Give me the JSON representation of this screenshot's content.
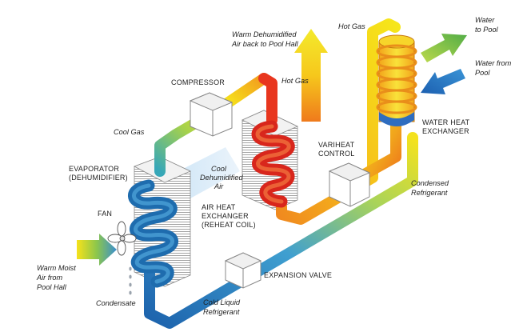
{
  "labels": {
    "hot_gas_top": "Hot Gas",
    "water_to_pool_1": "Water",
    "water_to_pool_2": "to Pool",
    "water_from_pool_1": "Water from",
    "water_from_pool_2": "Pool",
    "warm_air_back_1": "Warm Dehumidified",
    "warm_air_back_2": "Air back to Pool Hall",
    "compressor": "COMPRESSOR",
    "hot_gas": "Hot Gas",
    "water_heat_exchanger_1": "WATER HEAT",
    "water_heat_exchanger_2": "EXCHANGER",
    "cool_gas": "Cool Gas",
    "variheat_1": "VARIHEAT",
    "variheat_2": "CONTROL",
    "evaporator_1": "EVAPORATOR",
    "evaporator_2": "(DEHUMIDIFIER)",
    "cool_air_1": "Cool",
    "cool_air_2": "Dehumidified",
    "cool_air_3": "Air",
    "condensed_1": "Condensed",
    "condensed_2": "Refrigerant",
    "fan": "FAN",
    "air_hx_1": "AIR HEAT",
    "air_hx_2": "EXCHANGER",
    "air_hx_3": "(REHEAT COIL)",
    "warm_moist_1": "Warm Moist",
    "warm_moist_2": "Air from",
    "warm_moist_3": "Pool Hall",
    "expansion_valve": "EXPANSION VALVE",
    "condensate": "Condensate",
    "cold_liquid_1": "Cold Liquid",
    "cold_liquid_2": "Refrigerant"
  },
  "colors": {
    "hot": "#e8261b",
    "warm": "#f7941d",
    "yellow": "#f6e21a",
    "green": "#6cc04a",
    "cold": "#1c6fb6",
    "coil_blue": "#2a7fc4",
    "fin_grey": "#9a9a9a"
  }
}
